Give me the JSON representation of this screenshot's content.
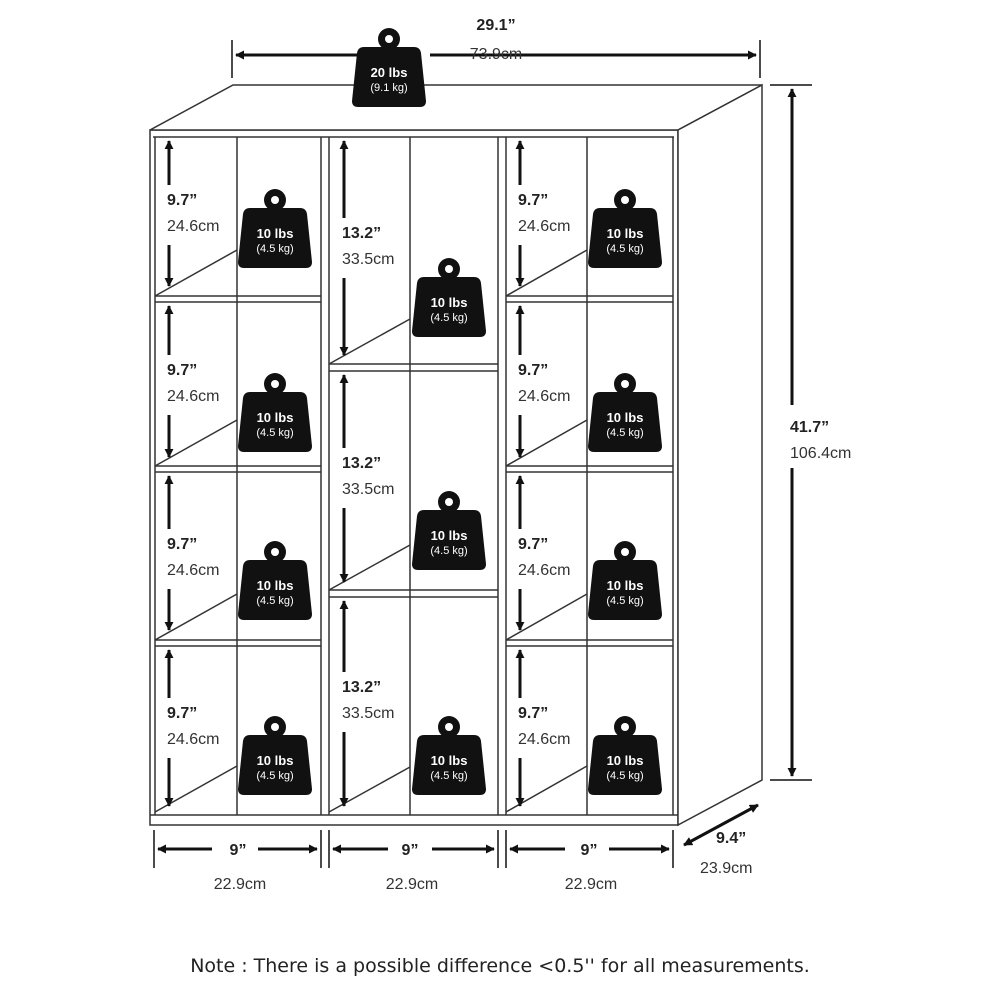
{
  "overall": {
    "width": {
      "imperial": "29.1”",
      "metric": "73.9cm"
    },
    "height": {
      "imperial": "41.7”",
      "metric": "106.4cm"
    },
    "depth": {
      "imperial": "9.4”",
      "metric": "23.9cm"
    }
  },
  "top_load": {
    "imperial": "20 lbs",
    "metric": "(9.1 kg)"
  },
  "shelf_load": {
    "imperial": "10 lbs",
    "metric": "(4.5 kg)"
  },
  "side_cube": {
    "imperial": "9.7”",
    "metric": "24.6cm"
  },
  "middle_cube": {
    "imperial": "13.2”",
    "metric": "33.5cm"
  },
  "column_widths": [
    {
      "imperial": "9”",
      "metric": "22.9cm"
    },
    {
      "imperial": "9”",
      "metric": "22.9cm"
    },
    {
      "imperial": "9”",
      "metric": "22.9cm"
    }
  ],
  "note": "Note : There is a possible difference <0.5'' for all measurements."
}
